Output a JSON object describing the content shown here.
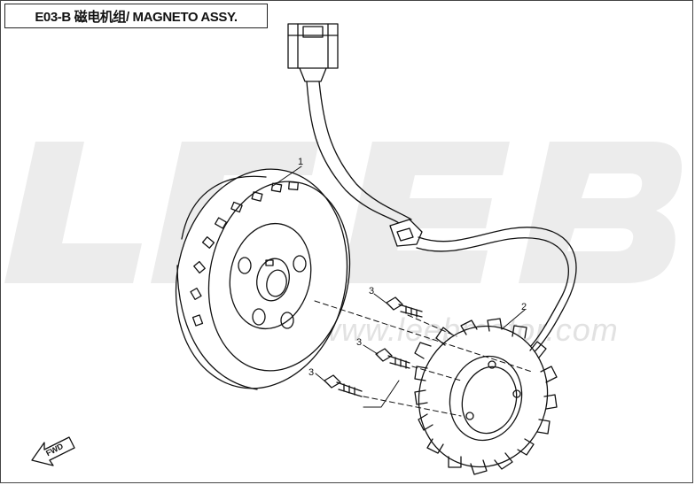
{
  "header": {
    "title": "E03-B 磁电机组/ MAGNETO ASSY."
  },
  "watermark": {
    "brand": "LEEB",
    "url": "www.leebmotor.com"
  },
  "callouts": [
    {
      "id": "1",
      "label": "1"
    },
    {
      "id": "2",
      "label": "2"
    },
    {
      "id": "3a",
      "label": "3"
    },
    {
      "id": "3b",
      "label": "3"
    },
    {
      "id": "3c",
      "label": "3"
    }
  ],
  "direction_marker": {
    "label": "FWD"
  }
}
